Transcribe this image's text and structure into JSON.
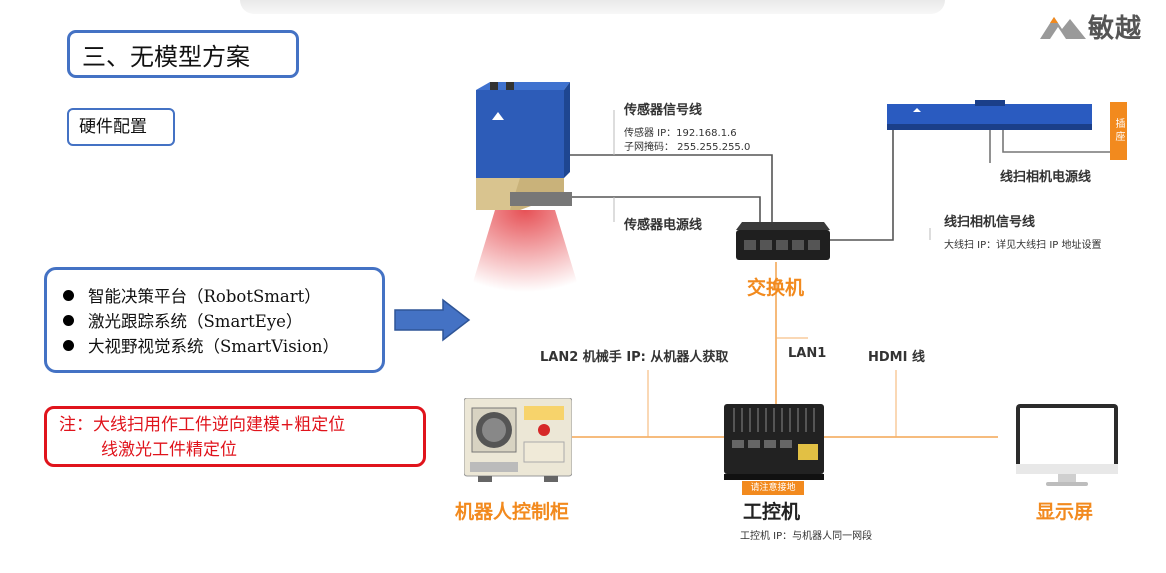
{
  "slide": {
    "title": "三、无模型方案",
    "hardware_label": "硬件配置",
    "list": [
      "智能决策平台（RobotSmart）",
      "激光跟踪系统（SmartEye）",
      "大视野视觉系统（SmartVision）"
    ],
    "note_line1": "注：大线扫用作工件逆向建模+粗定位",
    "note_line2": "线激光工件精定位"
  },
  "logo": {
    "text": "敏越"
  },
  "diagram": {
    "sensor_signal": "传感器信号线",
    "sensor_ip": "传感器 IP：192.168.1.6",
    "sensor_mask": "子网掩码： 255.255.255.0",
    "sensor_power": "传感器电源线",
    "plug": "插座",
    "linescan_power": "线扫相机电源线",
    "linescan_signal": "线扫相机信号线",
    "linescan_ip": "大线扫 IP：详见大线扫 IP 地址设置",
    "switch": "交换机",
    "lan2": "LAN2 机械手 IP: 从机器人获取",
    "lan1": "LAN1",
    "hdmi": "HDMI 线",
    "robot_cabinet": "机器人控制柜",
    "ground_tag": "请注意接地",
    "ipc": "工控机",
    "ipc_ip": "工控机 IP：与机器人同一网段",
    "display": "显示屏"
  },
  "colors": {
    "blue_border": "#4472c4",
    "red_border": "#e0141c",
    "orange": "#f28a1e",
    "line_gray": "#555555",
    "line_orange": "#f5b26b"
  }
}
